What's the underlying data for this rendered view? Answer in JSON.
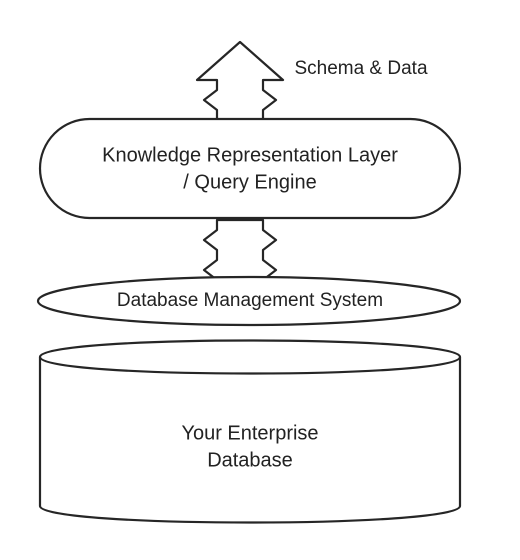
{
  "top_arrow": {
    "label": "Schema & Data"
  },
  "knowledge_layer": {
    "line1": "Knowledge Representation Layer",
    "line2": "/ Query Engine"
  },
  "dbms": {
    "label": "Database Management System"
  },
  "database": {
    "line1": "Your Enterprise",
    "line2": "Database"
  },
  "colors": {
    "stroke": "#262626",
    "fill": "#ffffff",
    "text": "#222222"
  }
}
